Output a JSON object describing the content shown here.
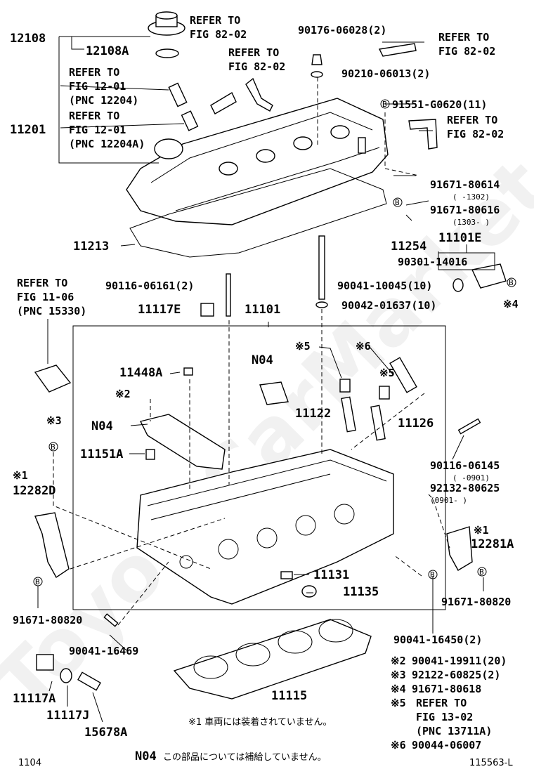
{
  "watermark": "ToyotaCarMarket",
  "header_labels": {
    "p12108": "12108",
    "p12108a": "12108A",
    "refer1_l1": "REFER TO",
    "refer1_l2": "FIG 82-02",
    "refer2_l1": "REFER TO",
    "refer2_l2": "FIG 82-02",
    "p90176": "90176-06028(2)",
    "refer3_l1": "REFER TO",
    "refer3_l2": "FIG 82-02",
    "p90210": "90210-06013(2)",
    "refer4_l1": "REFER TO",
    "refer4_l2": "FIG 12-01",
    "refer4_l3": "(PNC 12204)",
    "p91551": "91551-G0620(11)",
    "p11201": "11201",
    "refer5_l1": "REFER TO",
    "refer5_l2": "FIG 12-01",
    "refer5_l3": "(PNC 12204A)",
    "refer6_l1": "REFER TO",
    "refer6_l2": "FIG 82-02",
    "p91671_80614": "91671-80614",
    "p91671_80614_range": "(      -1302)",
    "p91671_80616": "91671-80616",
    "p91671_80616_range": "(1303-      )",
    "p11213": "11213",
    "p11254": "11254",
    "p11101e": "11101E",
    "p90301": "90301-14016"
  },
  "middle_labels": {
    "refer7_l1": "REFER TO",
    "refer7_l2": "FIG 11-06",
    "refer7_l3": "(PNC 15330)",
    "p90116_06161": "90116-06161(2)",
    "p90041_10045": "90041-10045(10)",
    "p11117e": "11117E",
    "p11101": "11101",
    "p90042": "90042-01637(10)",
    "star4": "※4",
    "star5a": "※5",
    "star6": "※6",
    "star5b": "※5",
    "pN04a": "N04",
    "p11448a": "11448A",
    "star2": "※2",
    "p11122": "11122",
    "p11126": "11126",
    "pN04b": "N04",
    "star3": "※3",
    "p11151a": "11151A",
    "p90116_06145": "90116-06145",
    "p90116_06145_range": "(      -0901)",
    "p92132": "92132-80625",
    "p92132_range": "(0901-      )",
    "star1a": "※1",
    "p12282d": "12282D",
    "star1b": "※1",
    "p12281a": "12281A",
    "p11131": "11131",
    "p11135": "11135",
    "p91671_80820a": "91671-80820",
    "p91671_80820b": "91671-80820"
  },
  "bottom_labels": {
    "p90041_16450": "90041-16450(2)",
    "p90041_16469": "90041-16469",
    "p11117a": "11117A",
    "p11115": "11115",
    "p11117j": "11117J",
    "p15678a": "15678A"
  },
  "footnotes": [
    {
      "mark": "※2",
      "text": "90041-19911(20)"
    },
    {
      "mark": "※3",
      "text": "92122-60825(2)"
    },
    {
      "mark": "※4",
      "text": "91671-80618"
    },
    {
      "mark": "※5",
      "text": "REFER TO"
    },
    {
      "mark": "",
      "text": "FIG 13-02"
    },
    {
      "mark": "",
      "text": "(PNC 13711A)"
    },
    {
      "mark": "※6",
      "text": "90044-06007"
    }
  ],
  "notes": {
    "note1": "※1 車両には装着されていません。",
    "n04_code": "N04",
    "n04_text": "この部品については補給していません。",
    "page_left": "1104",
    "page_right": "115563-L"
  },
  "b_marker": "B"
}
